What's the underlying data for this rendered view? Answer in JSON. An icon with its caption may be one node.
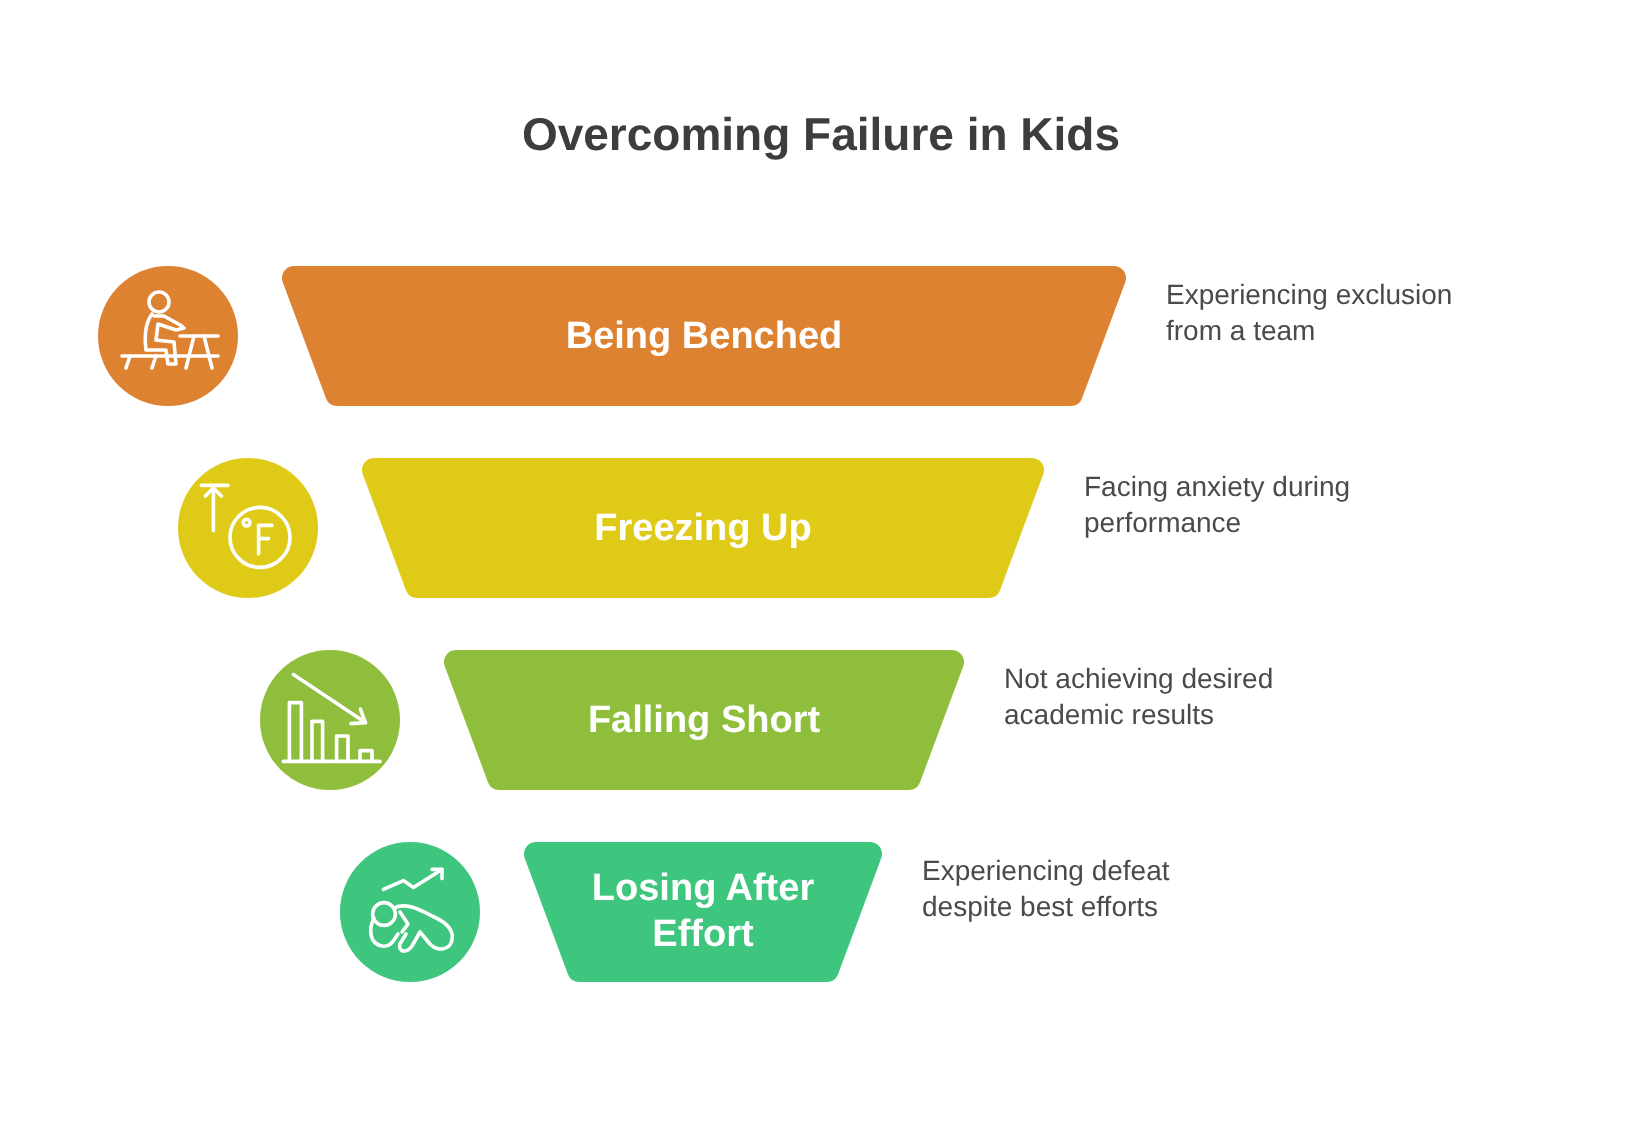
{
  "diagram": {
    "title": "Overcoming Failure in Kids",
    "nodes": [
      {
        "text": [
          "Being Benched"
        ],
        "beside": [
          "Experiencing exclusion from a team"
        ]
      },
      {
        "text": [
          "Freezing Up"
        ],
        "beside": [
          "Facing anxiety during performance"
        ]
      },
      {
        "text": [
          "Falling Short"
        ],
        "beside": [
          "Not achieving desired academic results"
        ]
      },
      {
        "text": [
          "Losing After Effort"
        ],
        "beside": [
          "Experiencing defeat despite best efforts"
        ]
      }
    ]
  }
}
